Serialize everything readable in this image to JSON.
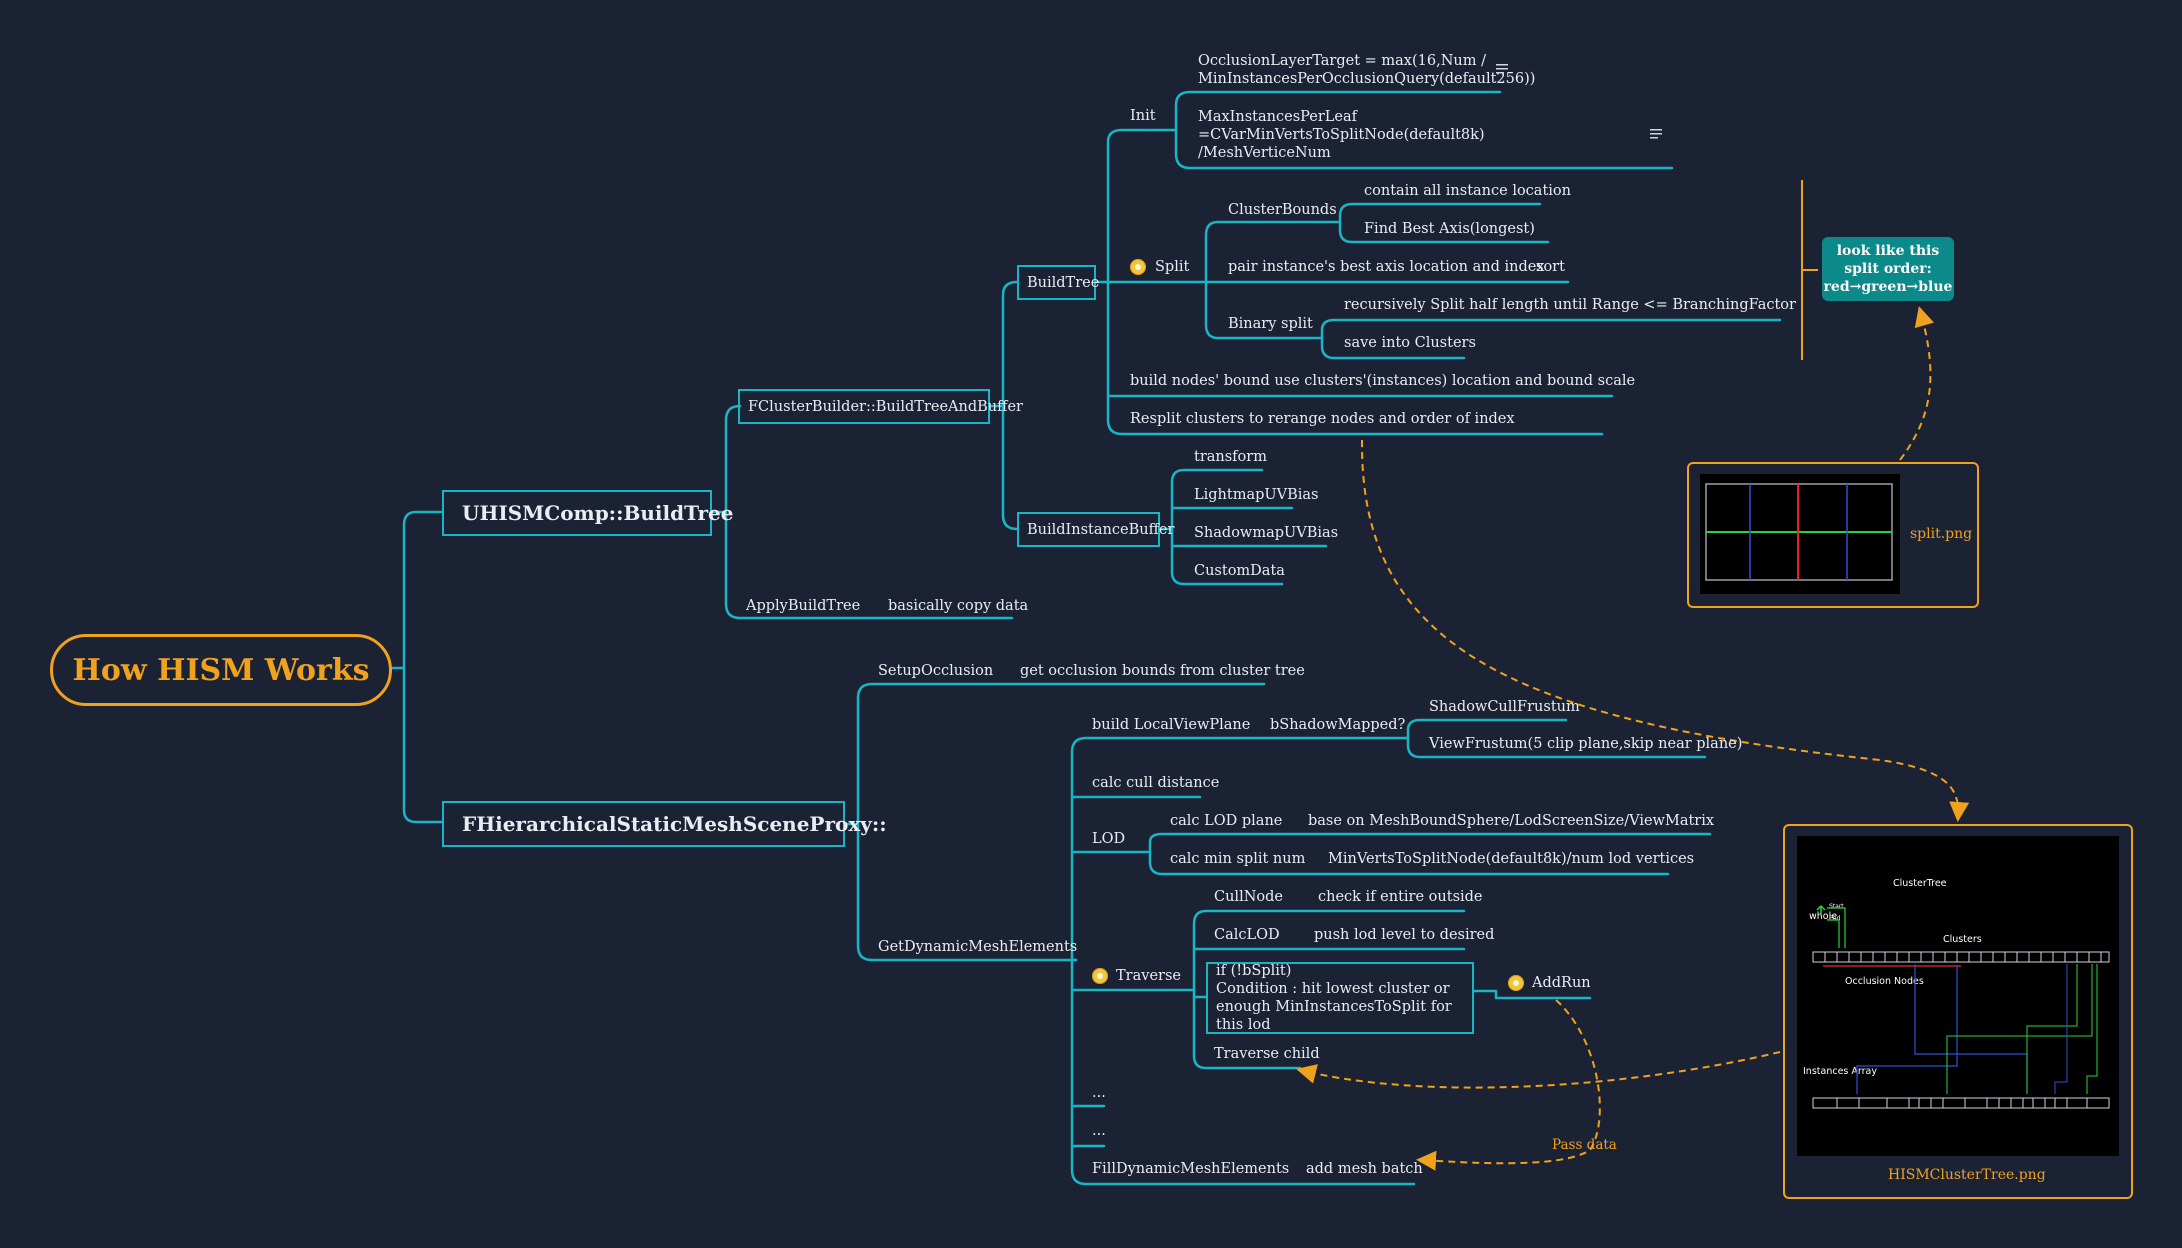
{
  "root": {
    "title": "How HISM Works"
  },
  "uhism": {
    "title": "UHISMComp::BuildTree",
    "fcluster": "FClusterBuilder::BuildTreeAndBuffer",
    "buildtree": "BuildTree",
    "init": "Init",
    "init_items": [
      "OcclusionLayerTarget = max(16,Num / MinInstancesPerOcclusionQuery(default256))",
      "MaxInstancesPerLeaf =CVarMinVertsToSplitNode(default8k) /MeshVerticeNum"
    ],
    "split": "Split",
    "cluster_bounds": "ClusterBounds",
    "cluster_bounds_items": [
      "contain all instance location",
      "Find Best Axis(longest)"
    ],
    "pair": "pair instance's best axis location and index",
    "sort": "sort",
    "binary_split": "Binary split",
    "binary_split_items": [
      "recursively Split half length until Range <= BranchingFactor",
      "save into Clusters"
    ],
    "build_nodes": "build nodes' bound  use clusters'(instances) location and bound scale",
    "resplit": "Resplit clusters to rerange nodes and order of index",
    "callout": "look like this split order: red→green→blue",
    "split_png": "split.png",
    "buildinstancebuffer": "BuildInstanceBuffer",
    "buffer_items": [
      "transform",
      "LightmapUVBias",
      "ShadowmapUVBias",
      "CustomData"
    ],
    "apply": "ApplyBuildTree",
    "apply_note": "basically copy data"
  },
  "proxy": {
    "title": "FHierarchicalStaticMeshSceneProxy::",
    "setup": "SetupOcclusion",
    "setup_note": "get occlusion bounds from cluster tree",
    "getdyn": "GetDynamicMeshElements",
    "build_lvp": "build LocalViewPlane",
    "bshadow": "bShadowMapped?",
    "shadow_items": [
      "ShadowCullFrustum",
      "ViewFrustum(5 clip plane,skip near plane)"
    ],
    "calc_cull": "calc cull distance",
    "lod": "LOD",
    "lod_items": [
      {
        "label": "calc LOD plane",
        "note": "base on MeshBoundSphere/LodScreenSize/ViewMatrix"
      },
      {
        "label": "calc min split num",
        "note": "MinVertsToSplitNode(default8k)/num lod vertices"
      }
    ],
    "traverse": "Traverse",
    "traverse_items": [
      {
        "label": "CullNode",
        "note": "check if entire outside"
      },
      {
        "label": "CalcLOD",
        "note": "push lod level to desired"
      }
    ],
    "if_box": "if (!bSplit)\nCondition : hit lowest cluster or\nenough MinInstancesToSplit for this lod",
    "addrun": "AddRun",
    "traverse_child": "Traverse child",
    "ellipsis1": "...",
    "ellipsis2": "...",
    "fill": "FillDynamicMeshElements",
    "fill_note": "add mesh batch",
    "pass_data": "Pass data",
    "cluster_png": "HISMClusterTree.png",
    "ct_labels": {
      "title": "ClusterTree",
      "whole": "whole",
      "start": "Start",
      "end": "End",
      "clusters": "Clusters",
      "occlusion": "Occlusion Nodes",
      "instances": "Instances Array"
    }
  },
  "colors": {
    "line": "#19b5c4",
    "accent": "#f0a21e",
    "background": "#1b2234",
    "callout": "#0c8a8a"
  }
}
